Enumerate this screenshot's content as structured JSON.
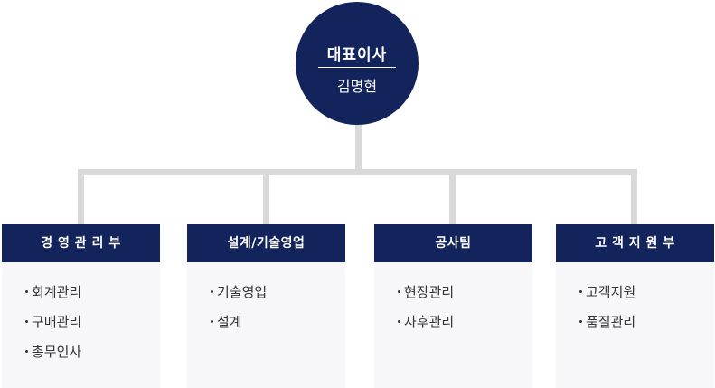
{
  "ceo": {
    "title": "대표이사",
    "name": "김명현"
  },
  "departments": [
    {
      "name": "경 영 관 리 부",
      "items": [
        "회계관리",
        "구매관리",
        "총무인사"
      ]
    },
    {
      "name": "설계/기술영업",
      "items": [
        "기술영업",
        "설계"
      ]
    },
    {
      "name": "공사팀",
      "items": [
        "현장관리",
        "사후관리"
      ]
    },
    {
      "name": "고 객 지 원 부",
      "items": [
        "고객지원",
        "품질관리"
      ]
    }
  ],
  "colors": {
    "primary": "#13235b",
    "connector": "#d9d9d9",
    "panel": "#f7f7f9",
    "text": "#333333"
  }
}
